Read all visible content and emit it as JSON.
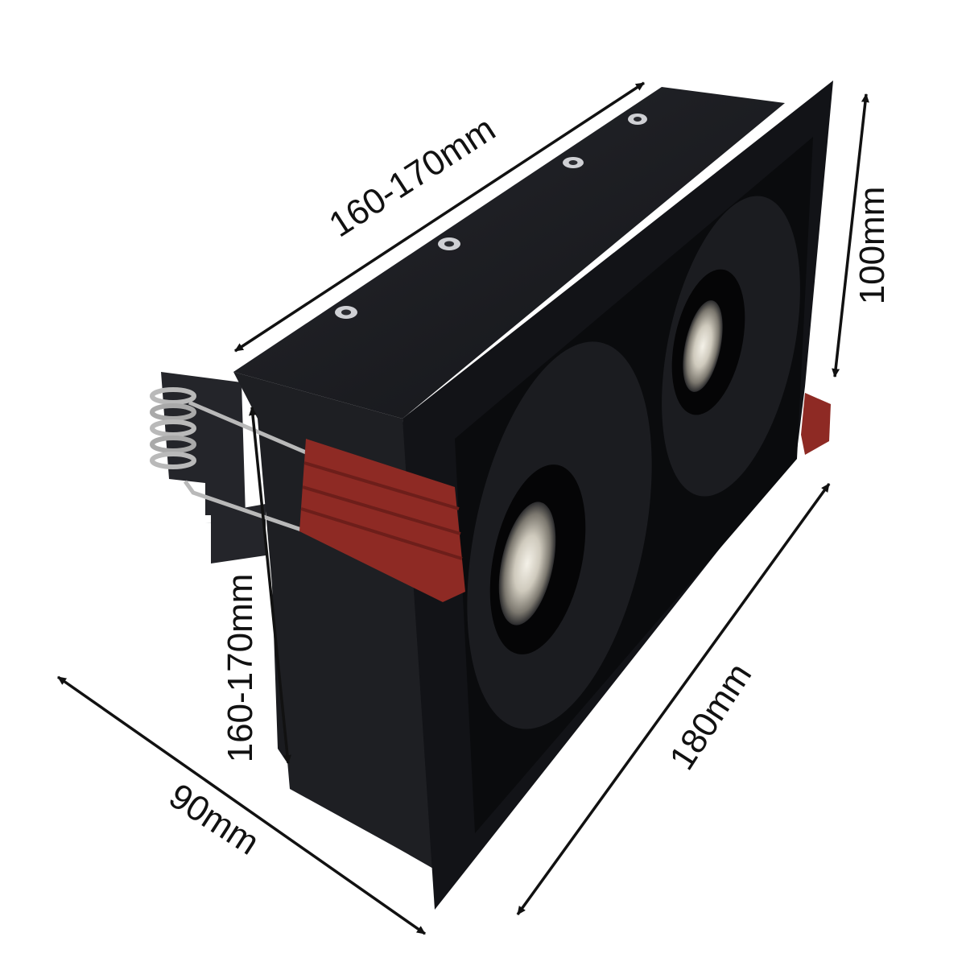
{
  "dimensions": {
    "top_length": "160-170mm",
    "height": "100mm",
    "cutout": "160-170mm",
    "width": "90mm",
    "face_length": "180mm"
  },
  "colors": {
    "background": "#ffffff",
    "housing": "#1c1d21",
    "housing_dark": "#0e0f12",
    "trim": "#16171b",
    "clip": "#8e2a24",
    "spring": "#b9b9b9",
    "lens": "#d7d4cc",
    "dimension_line": "#111111"
  },
  "product": {
    "type": "twin-head recessed downlight",
    "lamp_heads": 2,
    "spring_clips": 2
  }
}
